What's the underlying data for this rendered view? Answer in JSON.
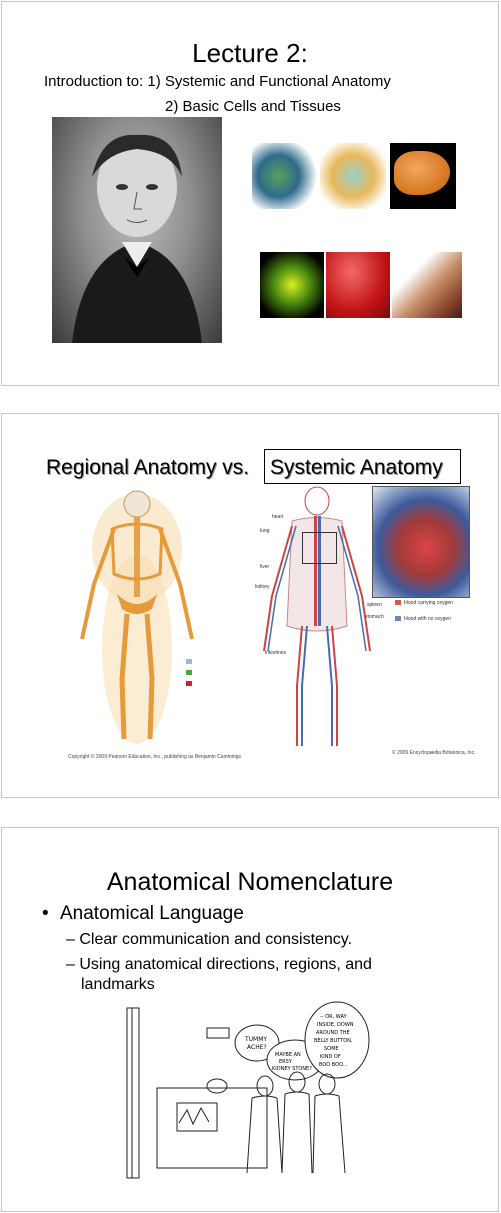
{
  "slide1": {
    "title": "Lecture 2:",
    "subtitle_line1": "Introduction to: 1) Systemic and Functional Anatomy",
    "subtitle_line2": "2) Basic Cells and Tissues"
  },
  "slide2": {
    "title_left": "Regional Anatomy vs.",
    "title_right": "Systemic Anatomy",
    "labels": {
      "heart": "heart",
      "lung": "lung",
      "liver": "liver",
      "kidney": "kidney",
      "spleen": "spleen",
      "stomach": "stomach",
      "intestines": "intestines"
    },
    "legend": {
      "oxygen": "blood carrying oxygen",
      "no_oxygen": "blood with no oxygen"
    },
    "colors": {
      "oxygen": "#d85a3a",
      "no_oxygen": "#6a86c0",
      "swatch_blue": "#9bb8e8",
      "swatch_green": "#4aa83a",
      "swatch_red": "#d42020"
    },
    "copyright_left": "Copyright © 2009 Pearson Education, Inc., publishing as Benjamin Cummings",
    "copyright_right": "© 2009 Encyclopædia Britannica, Inc."
  },
  "slide3": {
    "title": "Anatomical Nomenclature",
    "bullet": "Anatomical Language",
    "sub1": "Clear communication and consistency.",
    "sub2_line1": "Using anatomical directions, regions, and",
    "sub2_line2": "landmarks",
    "cartoon_bubbles": [
      "TUMMY ACHE?",
      "MAYBE AN ERSY KIDNEY STONE?",
      "-- OR, WAY INSIDE, DOWN AROUND THE BELLY BUTTON, SOME KIND OF BOO BOO..."
    ]
  }
}
